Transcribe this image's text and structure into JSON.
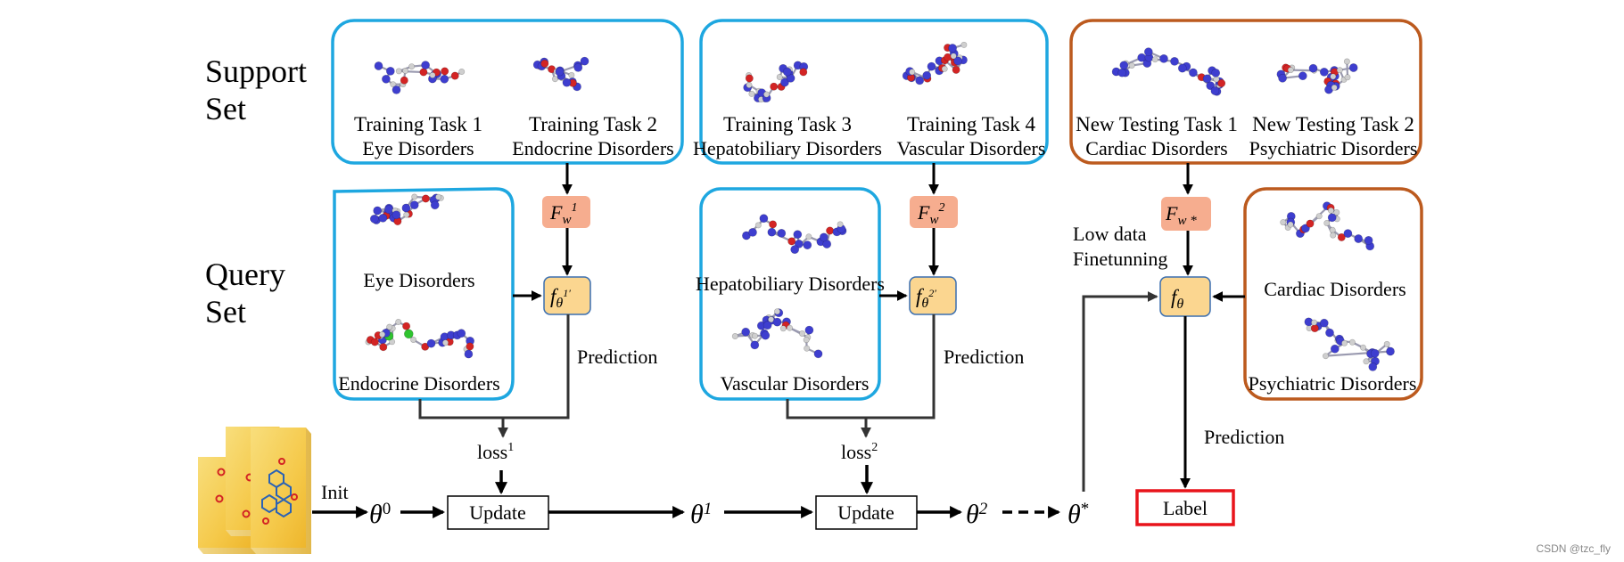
{
  "colors": {
    "support_blue": "#1ea7e0",
    "testing_orange": "#bc5a1e",
    "fw_fill": "#f6ad8f",
    "ftheta_fill": "#fbd690",
    "label_border": "#e8141b",
    "atom_blue": "#3e3ecf",
    "atom_red": "#d32424",
    "atom_gray": "#cfcfcf",
    "atom_green": "#2fc42f"
  },
  "side_labels": {
    "support": [
      "Support",
      "Set"
    ],
    "query": [
      "Query",
      "Set"
    ]
  },
  "support_boxes": [
    {
      "tasks": [
        {
          "title": "Training Task 1",
          "subtitle": "Eye Disorders"
        },
        {
          "title": "Training Task 2",
          "subtitle": "Endocrine Disorders"
        }
      ]
    },
    {
      "tasks": [
        {
          "title": "Training Task 3",
          "subtitle": "Hepatobiliary Disorders"
        },
        {
          "title": "Training Task 4",
          "subtitle": "Vascular Disorders"
        }
      ]
    },
    {
      "tasks": [
        {
          "title": "New Testing Task 1",
          "subtitle": "Cardiac Disorders"
        },
        {
          "title": "New Testing Task 2",
          "subtitle": "Psychiatric Disorders"
        }
      ]
    }
  ],
  "query_boxes": [
    {
      "items": [
        "Eye Disorders",
        "Endocrine Disorders"
      ]
    },
    {
      "items": [
        "Hepatobiliary Disorders",
        "Vascular Disorders"
      ]
    },
    {
      "items": [
        "Cardiac Disorders",
        "Psychiatric Disorders"
      ]
    }
  ],
  "fw_boxes": [
    {
      "base": "F",
      "sub": "w",
      "sup": "1"
    },
    {
      "base": "F",
      "sub": "w",
      "sup": "2"
    },
    {
      "base": "F",
      "sub": "w *",
      "sup": ""
    }
  ],
  "ftheta_boxes": [
    {
      "base": "f",
      "sub": "θ",
      "sup": "1′"
    },
    {
      "base": "f",
      "sub": "θ",
      "sup": "2′"
    },
    {
      "base": "f",
      "sub": "θ",
      "sup": ""
    }
  ],
  "prediction_label": "Prediction",
  "loss_labels": [
    {
      "base": "loss",
      "sup": "1"
    },
    {
      "base": "loss",
      "sup": "2"
    }
  ],
  "update_label": "Update",
  "init_label": "Init",
  "theta_labels": [
    {
      "base": "θ",
      "sup": "0"
    },
    {
      "base": "θ",
      "sup": "1"
    },
    {
      "base": "θ",
      "sup": "2"
    },
    {
      "base": "θ",
      "sup": "*"
    }
  ],
  "low_data": [
    "Low data",
    "Finetunning"
  ],
  "label_box": "Label",
  "watermark": "CSDN @tzc_fly"
}
